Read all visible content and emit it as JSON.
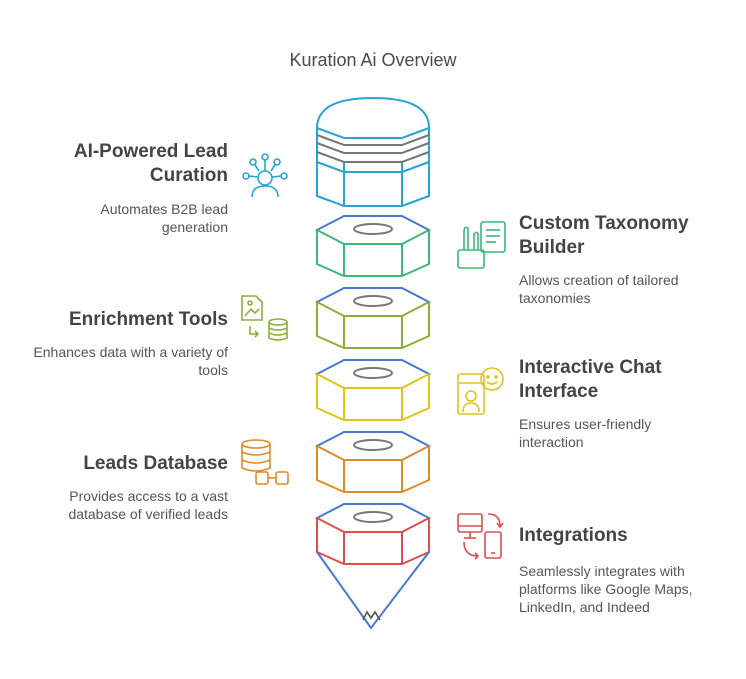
{
  "title": "Kuration Ai Overview",
  "items": [
    {
      "heading": "AI-Powered Lead Curation",
      "description": "Automates B2B lead generation",
      "color": "#2aa3d6",
      "icon": "ai-lead-icon"
    },
    {
      "heading": "Custom Taxonomy Builder",
      "description": "Allows creation of tailored taxonomies",
      "color": "#3cb878",
      "icon": "taxonomy-icon"
    },
    {
      "heading": "Enrichment Tools",
      "description": "Enhances data with a variety of tools",
      "color": "#8ab03a",
      "icon": "enrichment-icon"
    },
    {
      "heading": "Interactive Chat Interface",
      "description": "Ensures user-friendly interaction",
      "color": "#e3c21c",
      "icon": "chat-icon"
    },
    {
      "heading": "Leads Database",
      "description": "Provides access to a vast database of verified leads",
      "color": "#e08a2c",
      "icon": "database-icon"
    },
    {
      "heading": "Integrations",
      "description": "Seamlessly integrates with platforms like Google Maps, LinkedIn, and Indeed",
      "color": "#dd4e4e",
      "icon": "integrations-icon"
    }
  ],
  "colors": {
    "top_stack_gray": "#777777",
    "tip_blue": "#4a78d2"
  }
}
